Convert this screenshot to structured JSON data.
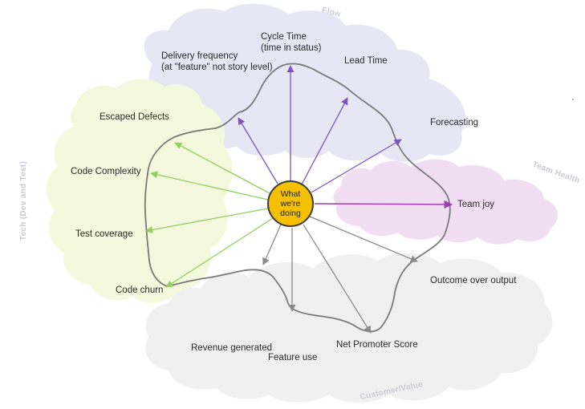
{
  "center": {
    "label": "What we're doing"
  },
  "clusters": [
    {
      "id": "flow",
      "label": "Flow",
      "color": "#e6e6f4"
    },
    {
      "id": "tech",
      "label": "Tech (Dev and Test)",
      "color": "#f4f8dc"
    },
    {
      "id": "team",
      "label": "Team Health",
      "color": "#f2def3"
    },
    {
      "id": "customer",
      "label": "Customer/Value",
      "color": "#f0f0f0"
    }
  ],
  "metrics": [
    {
      "id": "cycle-time",
      "label": "Cycle Time\n(time in status)",
      "cluster": "flow",
      "arrow_color": "#7a55c0"
    },
    {
      "id": "delivery-frequency",
      "label": "Delivery frequency\n(at \"feature\" not story level)",
      "cluster": "flow",
      "arrow_color": "#7a55c0"
    },
    {
      "id": "lead-time",
      "label": "Lead Time",
      "cluster": "flow",
      "arrow_color": "#7a55c0"
    },
    {
      "id": "forecasting",
      "label": "Forecasting",
      "cluster": "flow",
      "arrow_color": "#7a55c0"
    },
    {
      "id": "escaped-defects",
      "label": "Escaped Defects",
      "cluster": "tech",
      "arrow_color": "#92cf5e"
    },
    {
      "id": "code-complexity",
      "label": "Code Complexity",
      "cluster": "tech",
      "arrow_color": "#92cf5e"
    },
    {
      "id": "test-coverage",
      "label": "Test coverage",
      "cluster": "tech",
      "arrow_color": "#92cf5e"
    },
    {
      "id": "code-churn",
      "label": "Code churn",
      "cluster": "tech",
      "arrow_color": "#92cf5e"
    },
    {
      "id": "team-joy",
      "label": "Team joy",
      "cluster": "team",
      "arrow_color": "#a13fb0"
    },
    {
      "id": "outcome-over-output",
      "label": "Outcome over output",
      "cluster": "customer",
      "arrow_color": "#8a8a8a"
    },
    {
      "id": "net-promoter-score",
      "label": "Net Promoter Score",
      "cluster": "customer",
      "arrow_color": "#8a8a8a"
    },
    {
      "id": "feature-use",
      "label": "Feature use",
      "cluster": "customer",
      "arrow_color": "#8a8a8a"
    },
    {
      "id": "revenue-generated",
      "label": "Revenue generated",
      "cluster": "customer",
      "arrow_color": "#8a8a8a"
    }
  ],
  "outline_color": "#7a7a7a",
  "center_color": "#f5c000"
}
